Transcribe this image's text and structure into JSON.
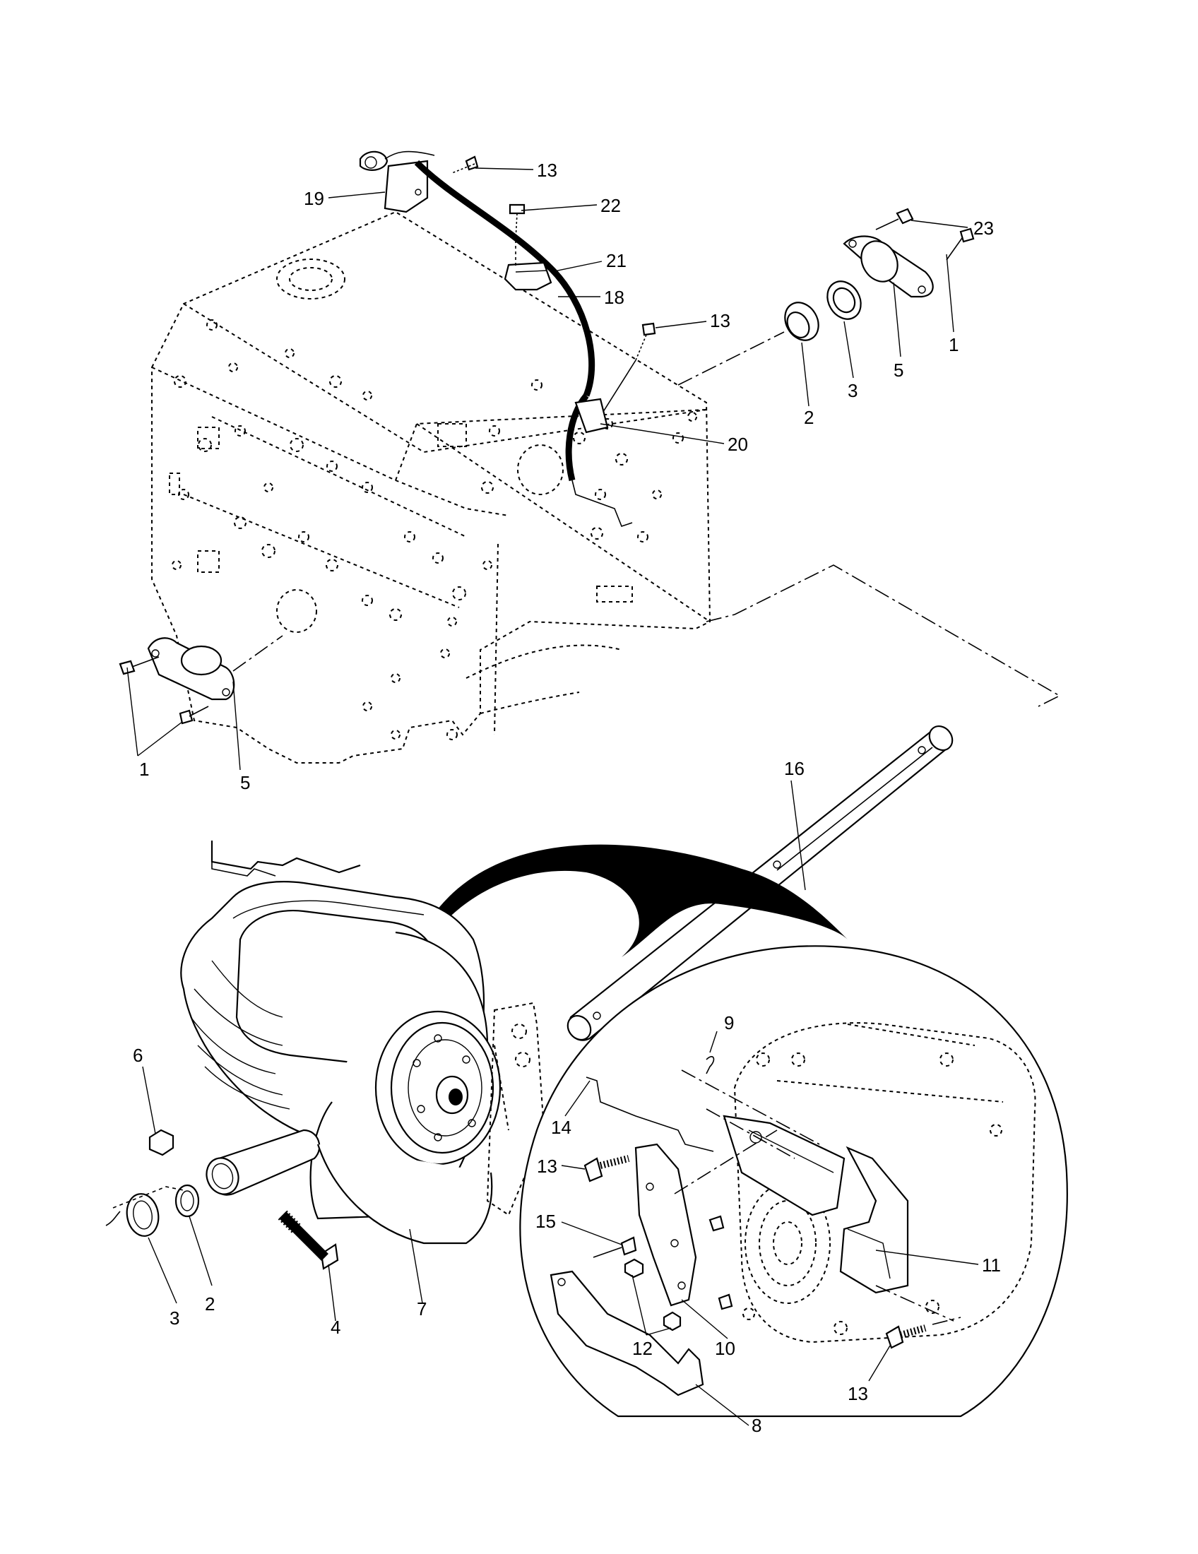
{
  "figure": {
    "callouts": {
      "c1a": "1",
      "c1b": "1",
      "c2a": "2",
      "c2b": "2",
      "c3a": "3",
      "c3b": "3",
      "c4": "4",
      "c5a": "5",
      "c5b": "5",
      "c6": "6",
      "c7": "7",
      "c8": "8",
      "c9": "9",
      "c10": "10",
      "c11": "11",
      "c12": "12",
      "c13a": "13",
      "c13b": "13",
      "c13c": "13",
      "c13d": "13",
      "c14": "14",
      "c15": "15",
      "c16": "16",
      "c18": "18",
      "c19": "19",
      "c20": "20",
      "c21": "21",
      "c22": "22",
      "c23": "23"
    }
  }
}
